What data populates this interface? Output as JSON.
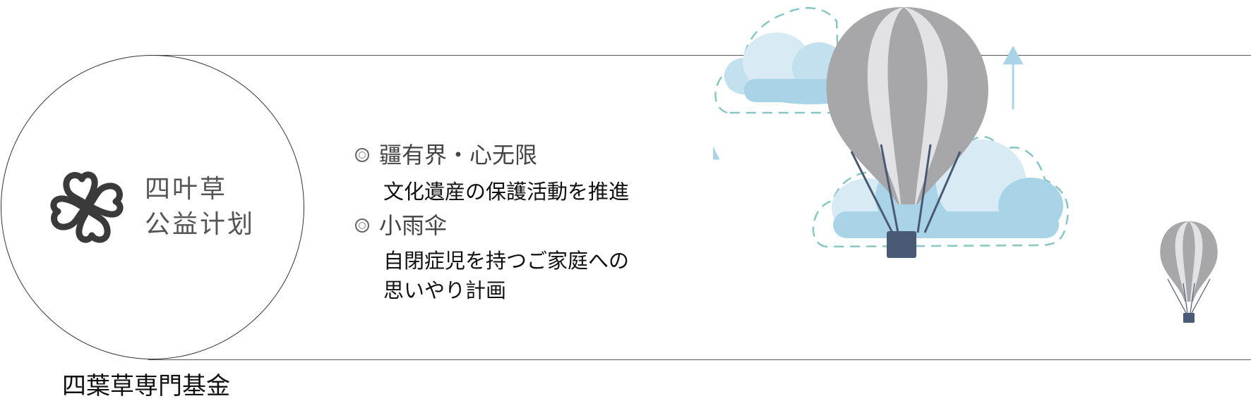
{
  "logo": {
    "icon": "clover-icon",
    "line1": "四叶草",
    "line2": "公益计划"
  },
  "items": [
    {
      "title": "疆有界・心无限",
      "description": [
        "文化遺産の保護活動を推進"
      ]
    },
    {
      "title": "小雨伞",
      "description": [
        "自閉症児を持つご家庭への",
        "思いやり計画"
      ]
    }
  ],
  "footer": {
    "title": "四葉草専門基金"
  },
  "colors": {
    "cloud_light": "#d8ebf4",
    "cloud_mid": "#a9d4e8",
    "dash_outline": "#86c7c5",
    "arrow": "#a9d4e8",
    "balloon_dark": "#a7a7aa",
    "balloon_light": "#e2e2e4",
    "basket": "#4a5a75",
    "logo_gray": "#555555"
  }
}
